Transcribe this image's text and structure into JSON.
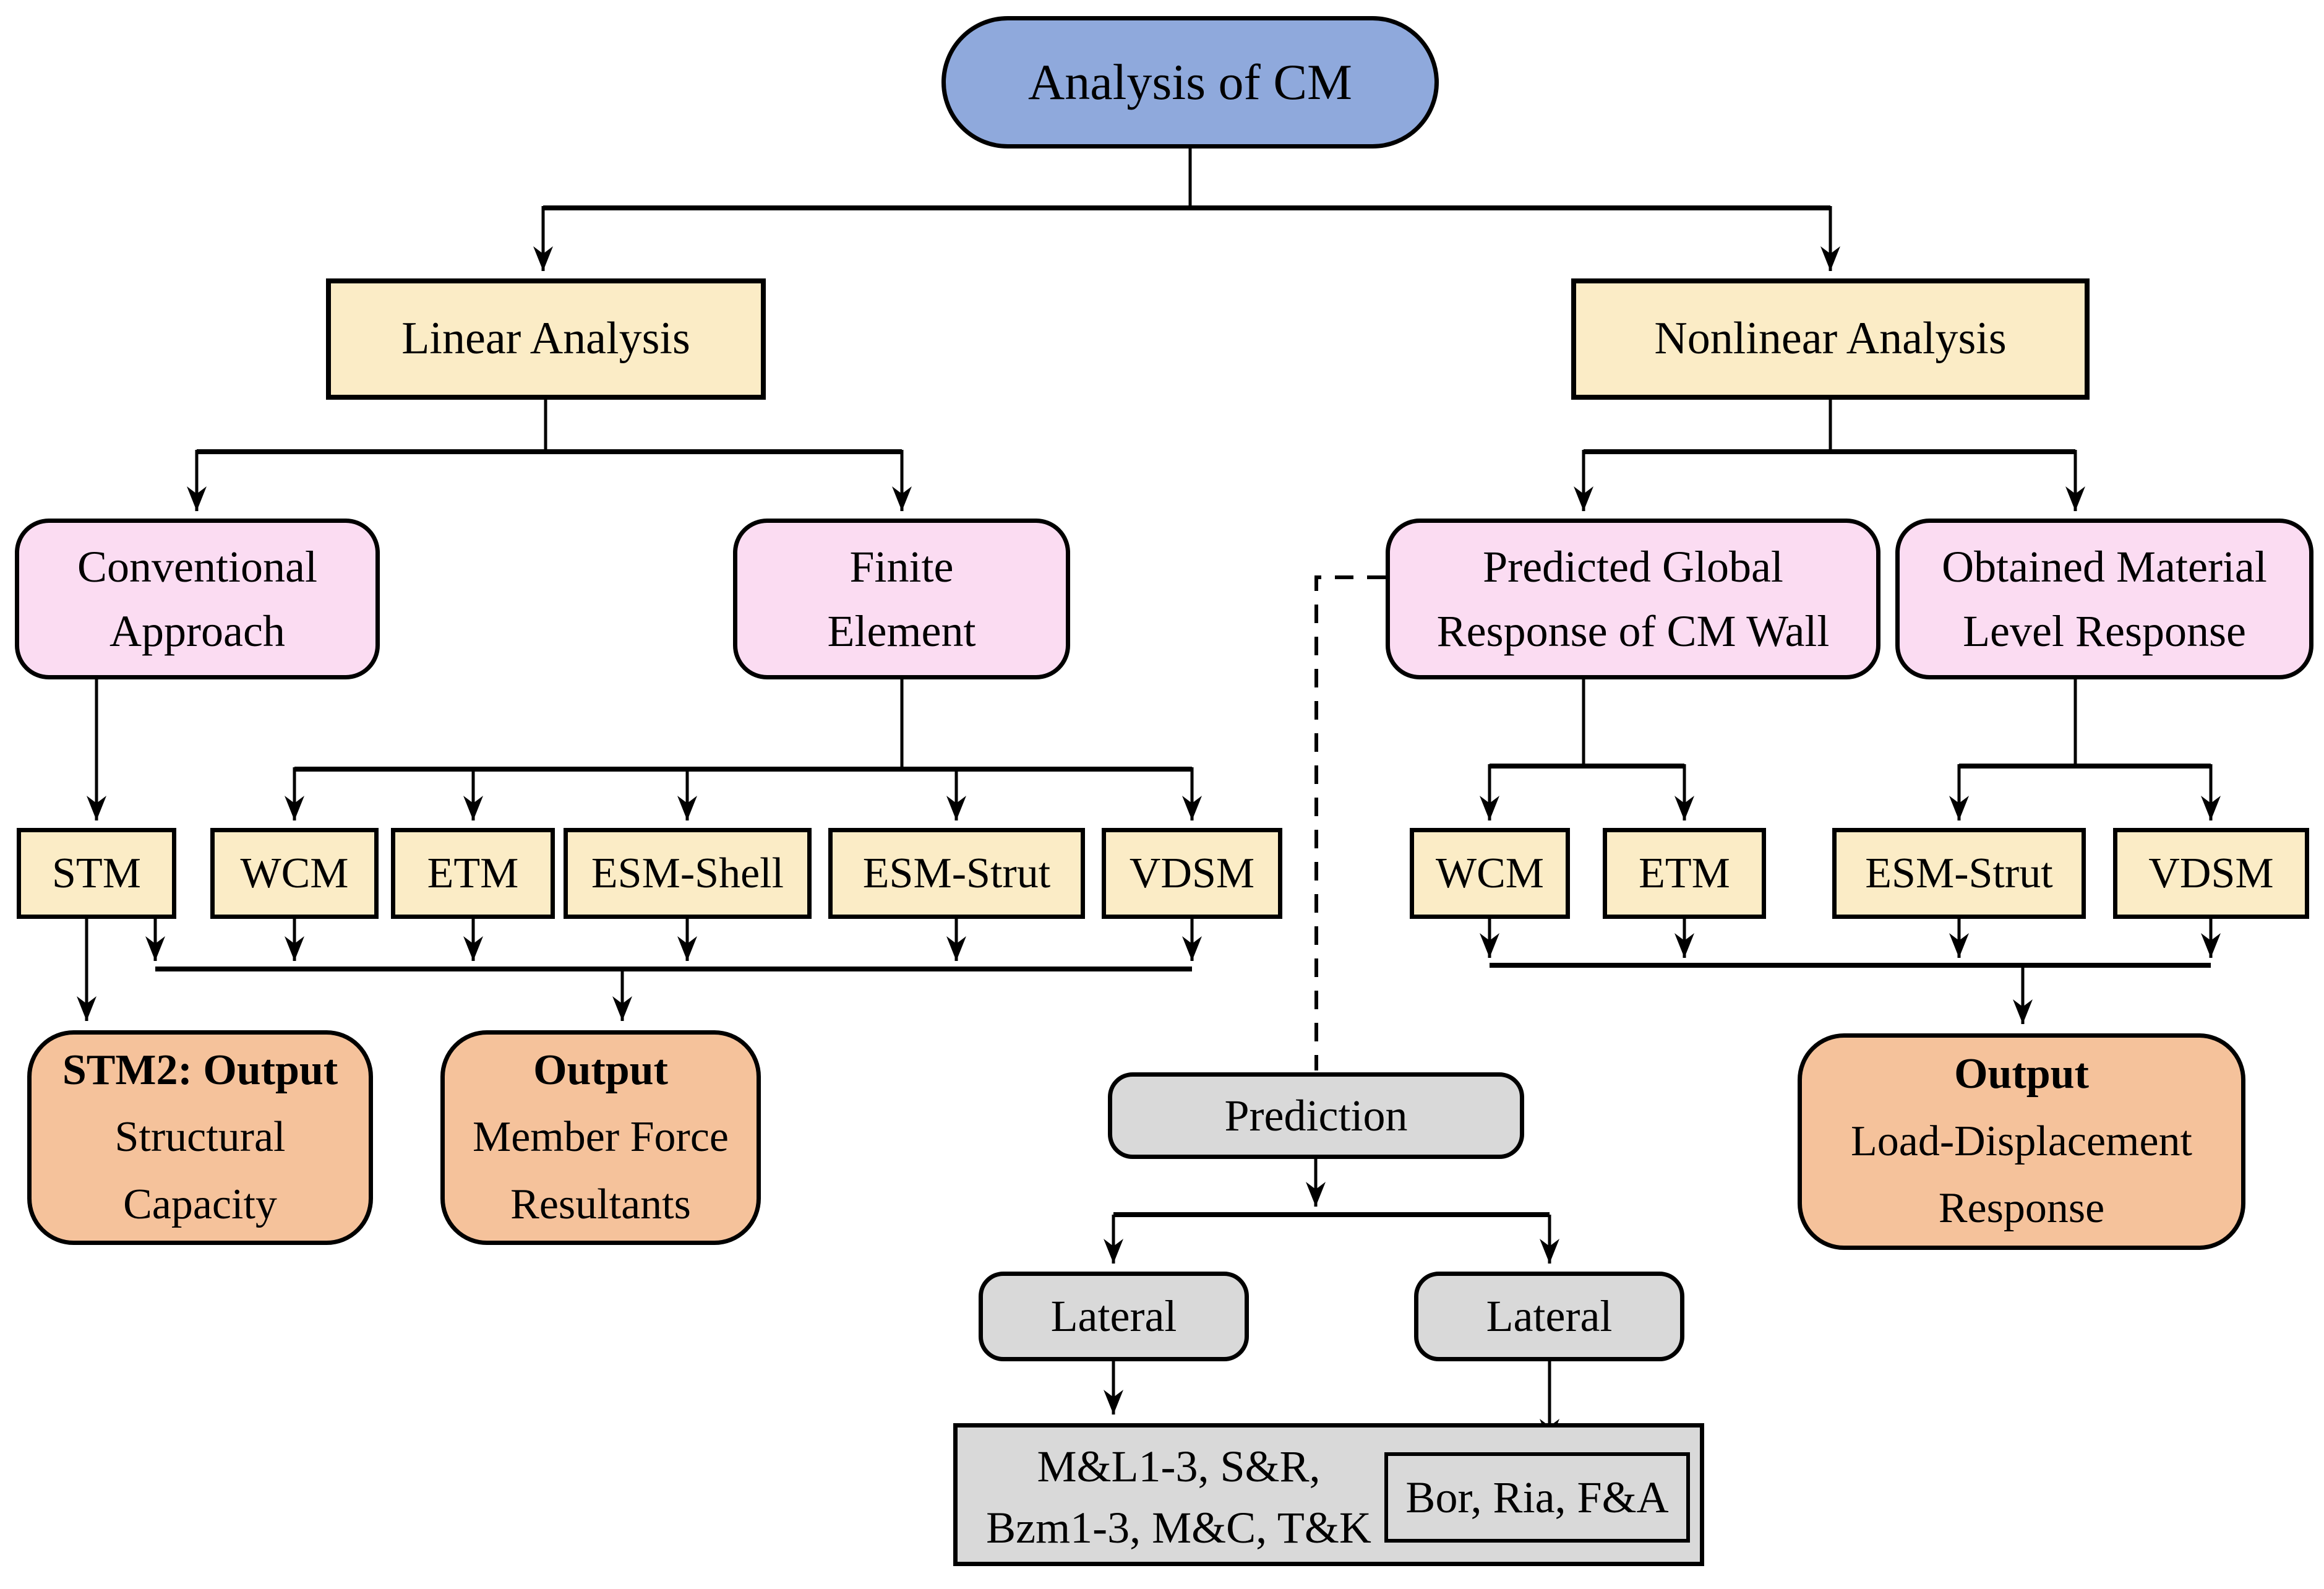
{
  "diagram_title": "Analysis of CM",
  "palette": {
    "root_blue": "#8FA9DC",
    "stage_yellow": "#FBECC6",
    "approach_pink": "#FBDCF2",
    "output_orange": "#F5C29B",
    "prediction_gray": "#D9D9D9",
    "line_black": "#000000"
  },
  "nodes": {
    "analysis": {
      "label": "Analysis of CM"
    },
    "linear": {
      "label": "Linear Analysis"
    },
    "nonlinear": {
      "label": "Nonlinear Analysis"
    },
    "conventional": {
      "lines": [
        "Conventional",
        "Approach"
      ]
    },
    "finite": {
      "lines": [
        "Finite",
        "Element"
      ]
    },
    "predicted": {
      "lines": [
        "Predicted Global",
        "Response of CM Wall"
      ]
    },
    "obtained": {
      "lines": [
        "Obtained Material",
        "Level Response"
      ]
    },
    "methods_linear": [
      "STM",
      "WCM",
      "ETM",
      "ESM-Shell",
      "ESM-Strut",
      "VDSM"
    ],
    "methods_nonlinear": [
      "WCM",
      "ETM",
      "ESM-Strut",
      "VDSM"
    ],
    "stm2_output": {
      "title": "STM2: Output",
      "lines": [
        "Structural",
        "Capacity"
      ]
    },
    "output_member": {
      "title": "Output",
      "lines": [
        "Member Force",
        "Resultants"
      ]
    },
    "output_load": {
      "title": "Output",
      "lines": [
        "Load-Displacement",
        "Response"
      ]
    },
    "prediction": {
      "label": "Prediction"
    },
    "lateral_left": {
      "label": "Lateral"
    },
    "lateral_right": {
      "label": "Lateral"
    },
    "refs_group": {
      "lines": [
        "M&L1-3, S&R,",
        "Bzm1-3, M&C, T&K"
      ]
    },
    "refs_inner": {
      "label": "Bor, Ria, F&A"
    }
  }
}
